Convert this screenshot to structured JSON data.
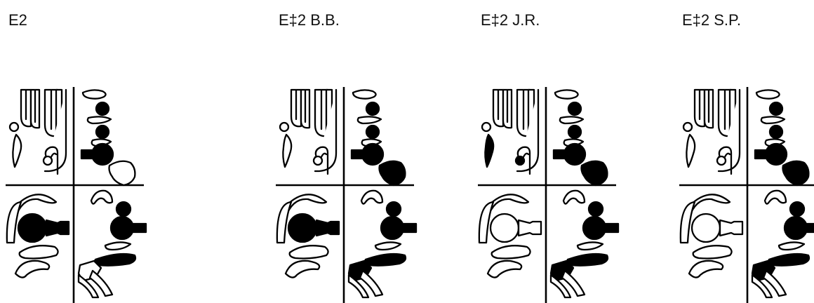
{
  "panels": [
    {
      "title": "E2",
      "fills": {
        "ll_blob": true,
        "ll_neck": true,
        "ul_drop": false,
        "ul_dot": false,
        "ur_chip": false,
        "lr_boot": false
      }
    },
    {
      "title": "E‡2 B.B.",
      "fills": {
        "ll_blob": true,
        "ll_neck": true,
        "ul_drop": false,
        "ul_dot": false,
        "ur_chip": true,
        "lr_boot": true
      }
    },
    {
      "title": "E‡2 J.R.",
      "fills": {
        "ll_blob": false,
        "ll_neck": false,
        "ul_drop": true,
        "ul_dot": true,
        "ur_chip": true,
        "lr_boot": true
      }
    },
    {
      "title": "E‡2 S.P.",
      "fills": {
        "ll_blob": false,
        "ll_neck": false,
        "ul_drop": false,
        "ul_dot": false,
        "ur_chip": true,
        "lr_boot": true
      }
    }
  ],
  "colors": {
    "ink": "#000000",
    "paper": "#ffffff"
  }
}
